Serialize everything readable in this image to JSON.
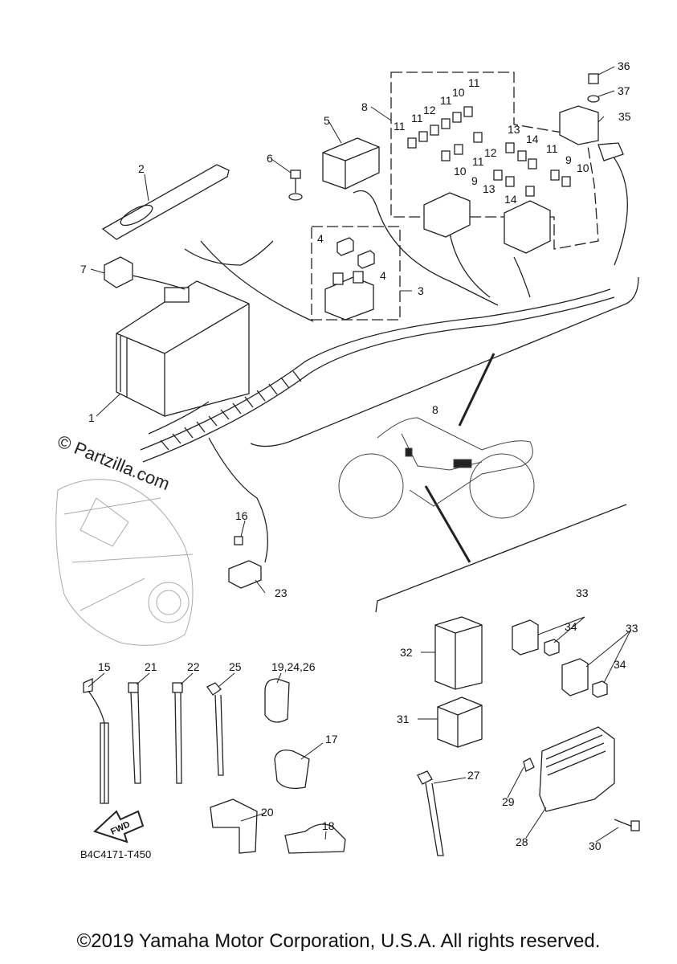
{
  "watermark": "© Partzilla.com",
  "diagram_code": "B4C4171-T450",
  "fwd_label": "FWD",
  "copyright": "©2019 Yamaha Motor Corporation, U.S.A. All rights reserved.",
  "labels": [
    "1",
    "2",
    "3",
    "4",
    "4",
    "5",
    "6",
    "7",
    "8",
    "8",
    "9",
    "9",
    "10",
    "10",
    "10",
    "11",
    "11",
    "11",
    "11",
    "11",
    "11",
    "12",
    "12",
    "13",
    "13",
    "14",
    "14",
    "15",
    "16",
    "17",
    "18",
    "19,24,26",
    "20",
    "21",
    "22",
    "23",
    "25",
    "27",
    "28",
    "29",
    "30",
    "31",
    "32",
    "33",
    "33",
    "34",
    "34",
    "35",
    "36",
    "37"
  ]
}
